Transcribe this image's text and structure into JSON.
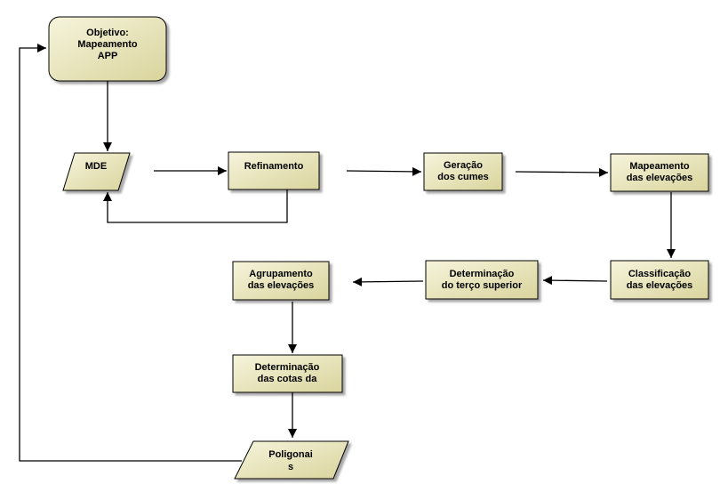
{
  "colors": {
    "box_fill_light": "#f6f4dc",
    "box_fill_dark": "#d9d49c",
    "stroke": "#000000"
  },
  "nodes": {
    "objetivo": {
      "lines": [
        "Objetivo:",
        "Mapeamento",
        "APP"
      ]
    },
    "mde": {
      "lines": [
        "MDE"
      ]
    },
    "refinamento": {
      "lines": [
        "Refinamento"
      ]
    },
    "geracao": {
      "lines": [
        "Geração",
        "dos cumes"
      ]
    },
    "mapeamento_elevacoes": {
      "lines": [
        "Mapeamento",
        "das elevações"
      ]
    },
    "classificacao": {
      "lines": [
        "Classificação",
        "das elevações"
      ]
    },
    "determinacao_terco": {
      "lines": [
        "Determinação",
        "do terço superior"
      ]
    },
    "agrupamento": {
      "lines": [
        "Agrupamento",
        "das elevações"
      ]
    },
    "determinacao_cotas": {
      "lines": [
        "Determinação",
        "das cotas da"
      ]
    },
    "poligonais": {
      "lines": [
        "Poligonai",
        "s"
      ]
    }
  }
}
